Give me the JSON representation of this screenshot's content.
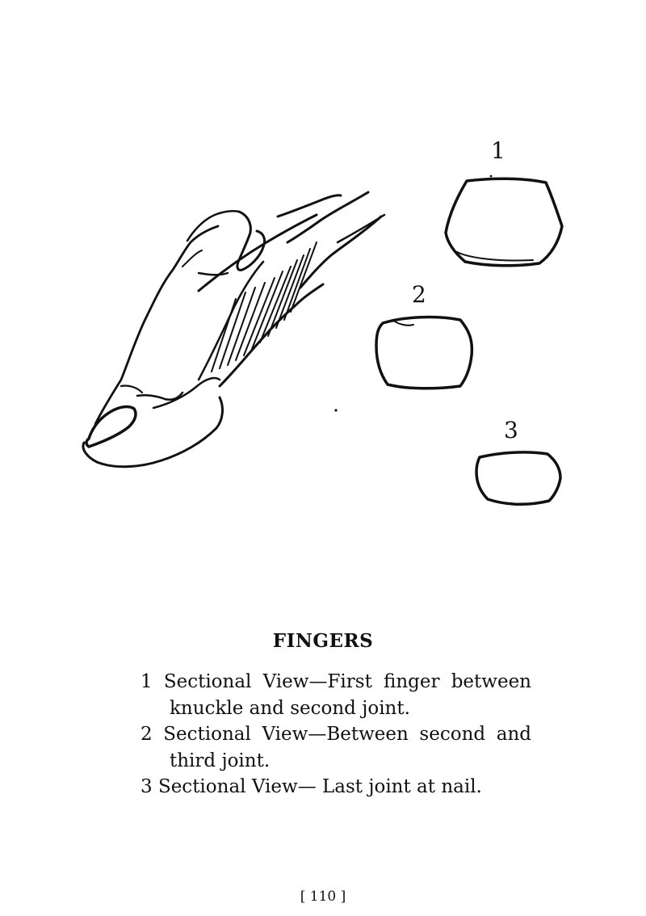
{
  "figure": {
    "section_labels": [
      "1",
      "2",
      "3"
    ]
  },
  "caption": {
    "title": "FINGERS",
    "items": [
      {
        "text": "1 Sectional View—First finger between knuckle and second joint."
      },
      {
        "text": "2 Sectional View—Between second and third joint."
      },
      {
        "text": "3 Sectional View— Last joint at nail."
      }
    ]
  },
  "page_number": "[ 110 ]"
}
